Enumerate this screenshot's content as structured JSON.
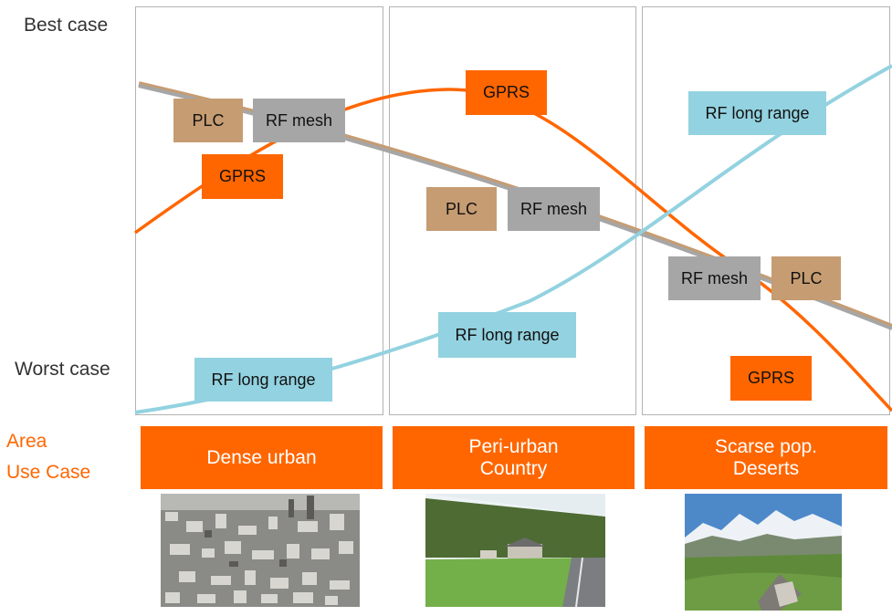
{
  "y_axis": {
    "best": "Best case",
    "worst": "Worst case"
  },
  "x_axis": {
    "title_line1": "Area",
    "title_line2": "Use Case"
  },
  "areas": [
    {
      "line1": "Dense urban",
      "line2": ""
    },
    {
      "line1": "Peri-urban",
      "line2": "Country"
    },
    {
      "line1": "Scarse pop.",
      "line2": "Deserts"
    }
  ],
  "tags": {
    "dense": {
      "plc": "PLC",
      "mesh": "RF mesh",
      "gprs": "GPRS",
      "rfl": "RF long range"
    },
    "peri": {
      "plc": "PLC",
      "mesh": "RF mesh",
      "gprs": "GPRS",
      "rfl": "RF long range"
    },
    "scarse": {
      "plc": "PLC",
      "mesh": "RF mesh",
      "gprs": "GPRS",
      "rfl": "RF long range"
    }
  },
  "colors": {
    "plc": "#c69c72",
    "mesh": "#a6a6a6",
    "gprs": "#ff6600",
    "rfl": "#93d2e0"
  }
}
